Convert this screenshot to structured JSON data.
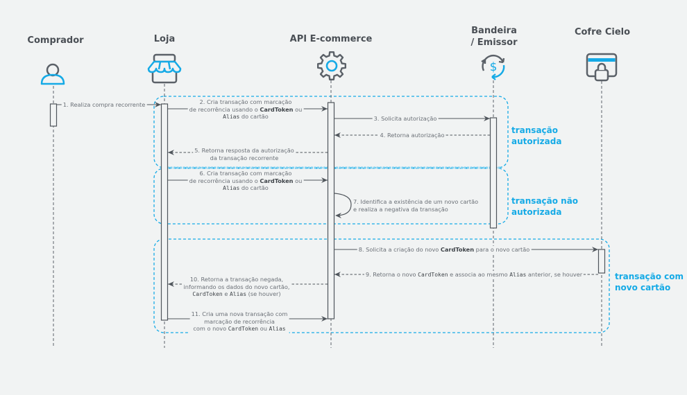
{
  "diagram": {
    "type": "sequence-diagram",
    "accent_color": "#15aae6",
    "line_color": "#4f555b",
    "actors": [
      {
        "id": "comprador",
        "label": "Comprador",
        "icon": "user-icon"
      },
      {
        "id": "loja",
        "label": "Loja",
        "icon": "store-icon"
      },
      {
        "id": "api",
        "label": "API E-commerce",
        "icon": "gear-icon"
      },
      {
        "id": "bandeira",
        "label": "Bandeira / Emissor",
        "label_lines": [
          "Bandeira",
          "/ Emissor"
        ],
        "icon": "dollar-cycle-icon"
      },
      {
        "id": "cofre",
        "label": "Cofre Cielo",
        "icon": "card-lock-icon"
      }
    ],
    "messages": [
      {
        "n": 1,
        "from": "comprador",
        "to": "loja",
        "style": "solid",
        "lines": [
          "1. Realiza compra recorrente"
        ]
      },
      {
        "n": 2,
        "from": "loja",
        "to": "api",
        "style": "solid",
        "lines": [
          "2. Cria transação com marcação",
          "de recorrência usando o {b:CardToken} ou",
          "{c:Alias} do cartão"
        ]
      },
      {
        "n": 3,
        "from": "api",
        "to": "bandeira",
        "style": "solid",
        "lines": [
          "3. Solicita autorização"
        ]
      },
      {
        "n": 4,
        "from": "bandeira",
        "to": "api",
        "style": "dashed",
        "lines": [
          "4. Retorna autorização"
        ]
      },
      {
        "n": 5,
        "from": "api",
        "to": "loja",
        "style": "dashed",
        "lines": [
          "5. Retorna resposta da autorização",
          "da transação recorrente"
        ]
      },
      {
        "n": 6,
        "from": "loja",
        "to": "api",
        "style": "solid",
        "lines": [
          "6. Cria transação com marcação",
          "de recorrência usando o {b:CardToken} ou",
          "{c:Alias} do cartão"
        ]
      },
      {
        "n": 7,
        "from": "api",
        "to": "api",
        "style": "self",
        "lines": [
          "7. Identifica a existência de um novo cartão",
          "e realiza a negativa da transação"
        ]
      },
      {
        "n": 8,
        "from": "api",
        "to": "cofre",
        "style": "solid",
        "lines": [
          "8. Solicita a criação do novo {b:CardToken} para o novo cartão"
        ]
      },
      {
        "n": 9,
        "from": "cofre",
        "to": "api",
        "style": "dashed",
        "lines": [
          "9. Retorna o novo {c:CardToken} e associa ao mesmo {c:Alias} anterior, se houver"
        ]
      },
      {
        "n": 10,
        "from": "api",
        "to": "loja",
        "style": "dashed",
        "lines": [
          "10. Retorna a transação negada,",
          "informando os dados do novo cartão,",
          "{c:CardToken} e {c:Alias} (se houver)"
        ]
      },
      {
        "n": 11,
        "from": "loja",
        "to": "api",
        "style": "solid",
        "lines": [
          "11. Cria uma nova transação com",
          "marcação de recorrência",
          "com o novo {c:CardToken}  ou {c:Alias}"
        ]
      }
    ],
    "groups": [
      {
        "id": "autorizada",
        "label_lines": [
          "transação",
          "autorizada"
        ]
      },
      {
        "id": "nao-autorizada",
        "label_lines": [
          "transação não",
          "autorizada"
        ]
      },
      {
        "id": "novo-cartao",
        "label_lines": [
          "transação com",
          "novo cartão"
        ]
      }
    ]
  }
}
